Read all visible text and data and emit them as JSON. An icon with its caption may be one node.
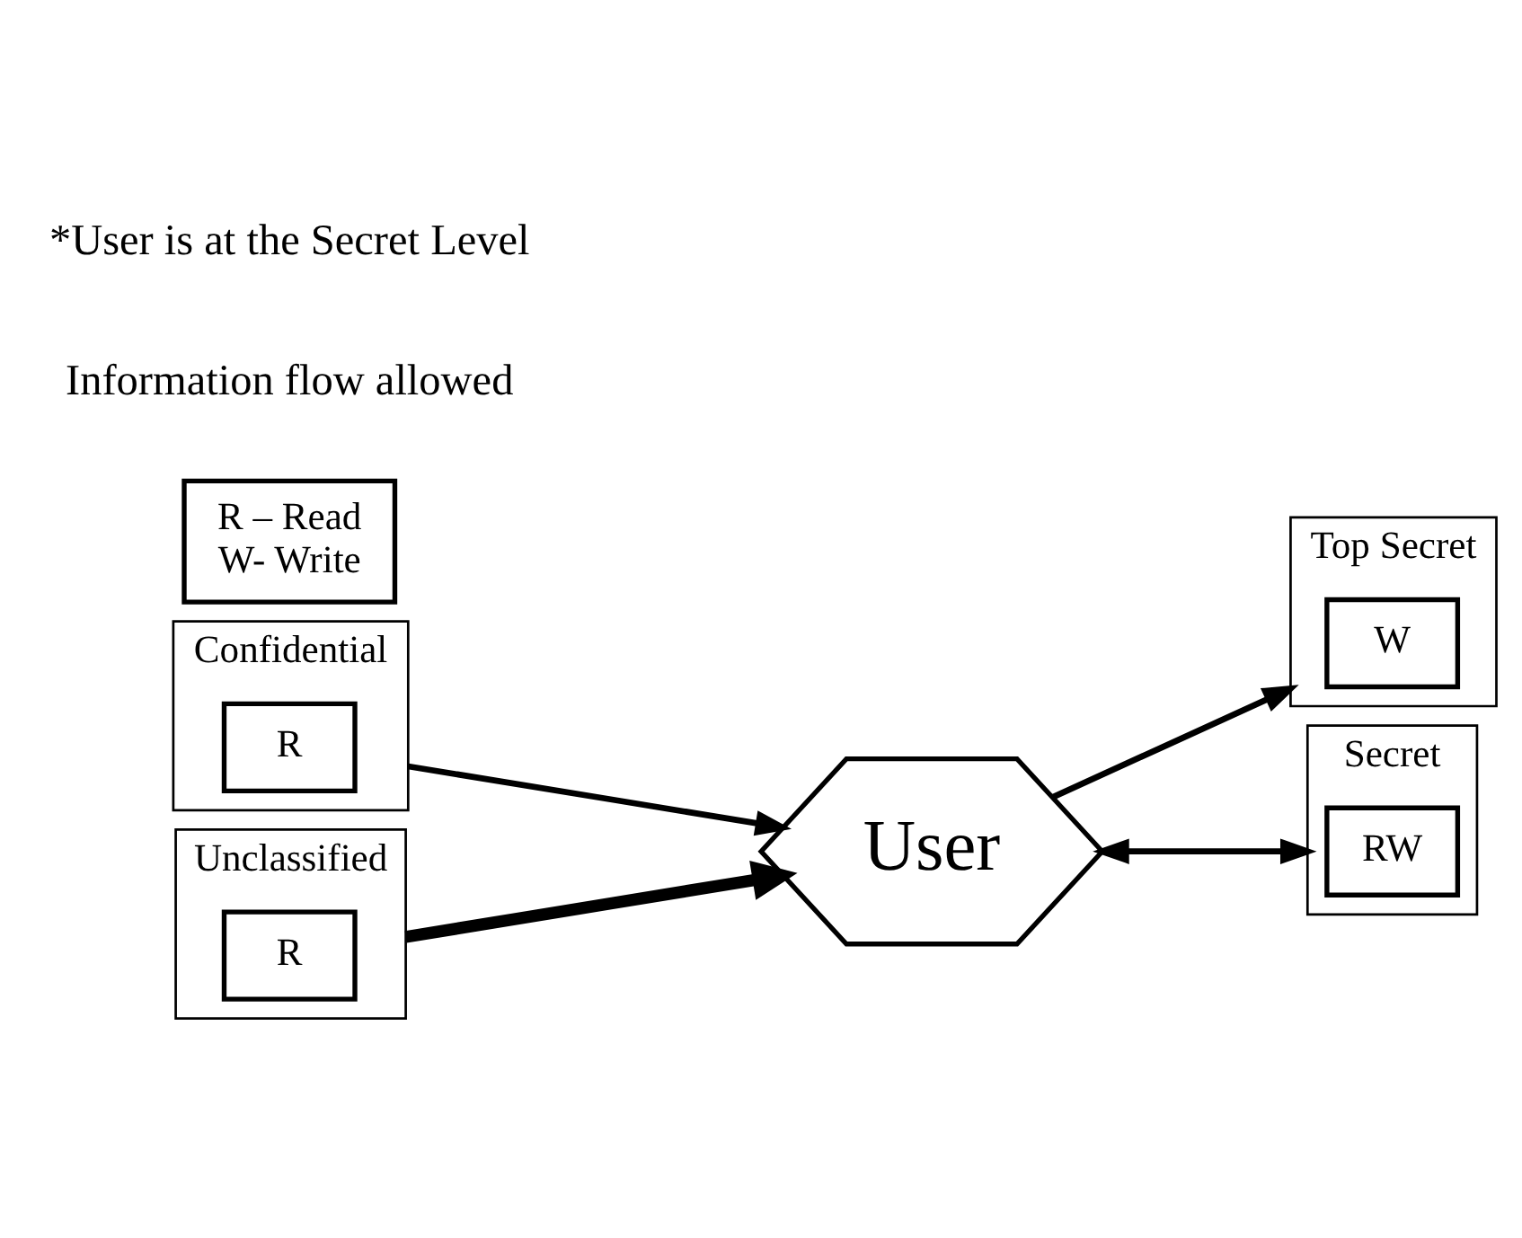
{
  "diagram": {
    "nodes": [
      {
        "text": [
          "User"
        ]
      },
      {
        "text": [
          "Top Secret"
        ]
      },
      {
        "text": [
          "W"
        ],
        "in": 1
      },
      {
        "text": [
          "Secret"
        ]
      },
      {
        "text": [
          "RW"
        ],
        "in": 3
      },
      {
        "text": [
          "Confidential"
        ]
      },
      {
        "text": [
          "R"
        ],
        "in": 5
      },
      {
        "text": [
          "Unclassified"
        ]
      },
      {
        "text": [
          "R"
        ],
        "in": 7
      },
      {
        "text": [
          "R – Read",
          "W- Write"
        ]
      }
    ],
    "edges": [
      {
        "from": 0,
        "to": 1,
        "arrow": "to"
      },
      {
        "from": 0,
        "to": 3,
        "arrow": "both"
      },
      {
        "from": 5,
        "to": 0,
        "arrow": "to"
      },
      {
        "from": 7,
        "to": 0,
        "arrow": "to",
        "style": "thick"
      }
    ],
    "labels": [
      "Information flow allowed",
      "*User is at the Secret Level"
    ]
  }
}
